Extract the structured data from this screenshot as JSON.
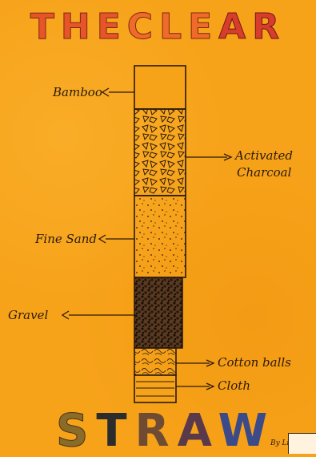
{
  "title": {
    "line1_parts": [
      "THE",
      "CLE",
      "AR"
    ],
    "line2_letters": [
      "S",
      "T",
      "R",
      "A",
      "W"
    ]
  },
  "labels": {
    "bamboo": "Bamboo",
    "activated_charcoal_1": "Activated",
    "activated_charcoal_2": "Charcoal",
    "fine_sand": "Fine Sand",
    "gravel": "Gravel",
    "cotton_balls": "Cotton balls",
    "cloth": "Cloth"
  },
  "byline": "By Lila"
}
